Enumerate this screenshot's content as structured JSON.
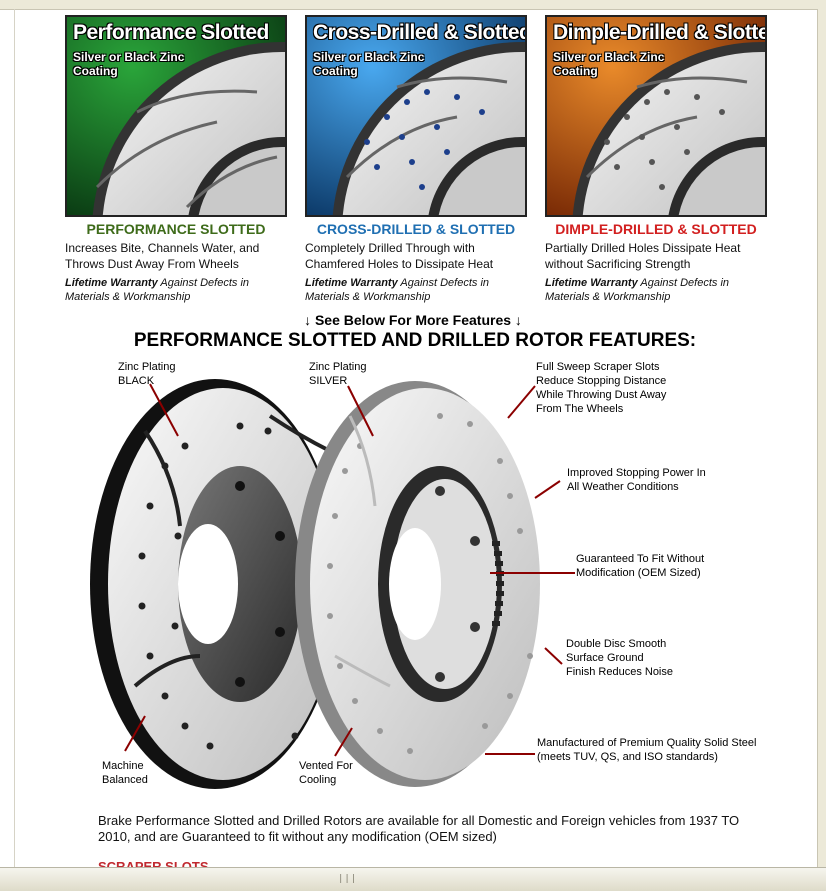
{
  "cards": [
    {
      "image_title": "Performance Slotted",
      "image_subtitle": "Silver or Black Zinc Coating",
      "heading": "PERFORMANCE SLOTTED",
      "heading_color": "#3e6b1a",
      "bg_color": "#1f7a2c",
      "desc": "Increases Bite, Channels Water, and Throws Dust Away From Wheels",
      "warranty_bold": "Lifetime Warranty",
      "warranty_rest": " Against Defects in Materials & Workmanship"
    },
    {
      "image_title": "Cross-Drilled & Slotted",
      "image_subtitle": "Silver or Black Zinc Coating",
      "heading": "CROSS-DRILLED & SLOTTED",
      "heading_color": "#1f6fb2",
      "bg_color": "#2c8ad4",
      "desc": "Completely Drilled Through with Chamfered Holes to Dissipate Heat",
      "warranty_bold": "Lifetime Warranty",
      "warranty_rest": " Against Defects in Materials & Workmanship"
    },
    {
      "image_title": "Dimple-Drilled & Slotted",
      "image_subtitle": "Silver or Black Zinc Coating",
      "heading": "DIMPLE-DRILLED & SLOTTED",
      "heading_color": "#d21f1f",
      "bg_color": "#d2661a",
      "desc": "Partially Drilled Holes Dissipate Heat without Sacrificing Strength",
      "warranty_bold": "Lifetime Warranty",
      "warranty_rest": " Against Defects in Materials & Workmanship"
    }
  ],
  "see_below": "↓ See Below For More Features ↓",
  "features_heading": "PERFORMANCE SLOTTED AND DRILLED ROTOR FEATURES:",
  "callouts": {
    "zinc_black": "Zinc Plating BLACK",
    "zinc_silver": "Zinc Plating SILVER",
    "scraper": "Full Sweep Scraper Slots Reduce Stopping Distance While Throwing Dust Away From The Wheels",
    "stopping": "Improved Stopping Power In All Weather Conditions",
    "fit": "Guaranteed To Fit Without Modification (OEM Sized)",
    "disc": "Double Disc Smooth Surface Ground Finish Reduces Noise",
    "steel": "Manufactured of Premium Quality Solid Steel (meets TUV, QS, and ISO standards)",
    "balanced": "Machine Balanced",
    "vented": "Vented For Cooling"
  },
  "paragraph": "Brake Performance Slotted and Drilled Rotors are available for all Domestic and Foreign vehicles from 1937 TO 2010, and are Guaranteed to fit without any modification (OEM sized)",
  "next_heading": "SCRAPER SLOTS",
  "accent_line_color": "#8b0000"
}
